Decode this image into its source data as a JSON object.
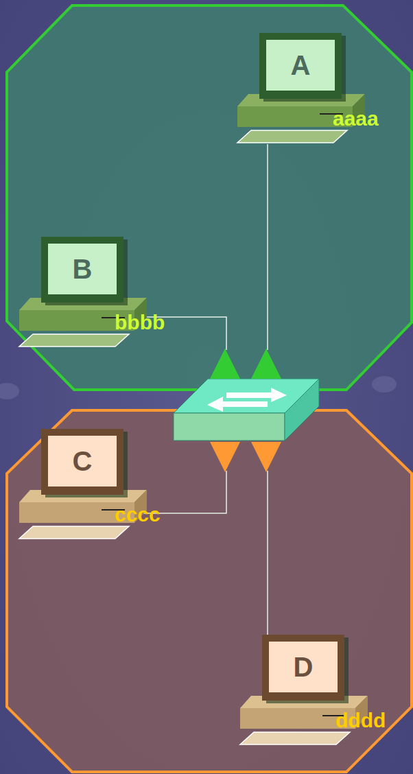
{
  "diagram": {
    "nodes": [
      {
        "text": [
          "A",
          "aaaa"
        ]
      },
      {
        "text": [
          "B",
          "bbbb"
        ]
      },
      {
        "text": [
          "C",
          "cccc"
        ]
      },
      {
        "text": [
          "D",
          "dddd"
        ]
      }
    ]
  }
}
